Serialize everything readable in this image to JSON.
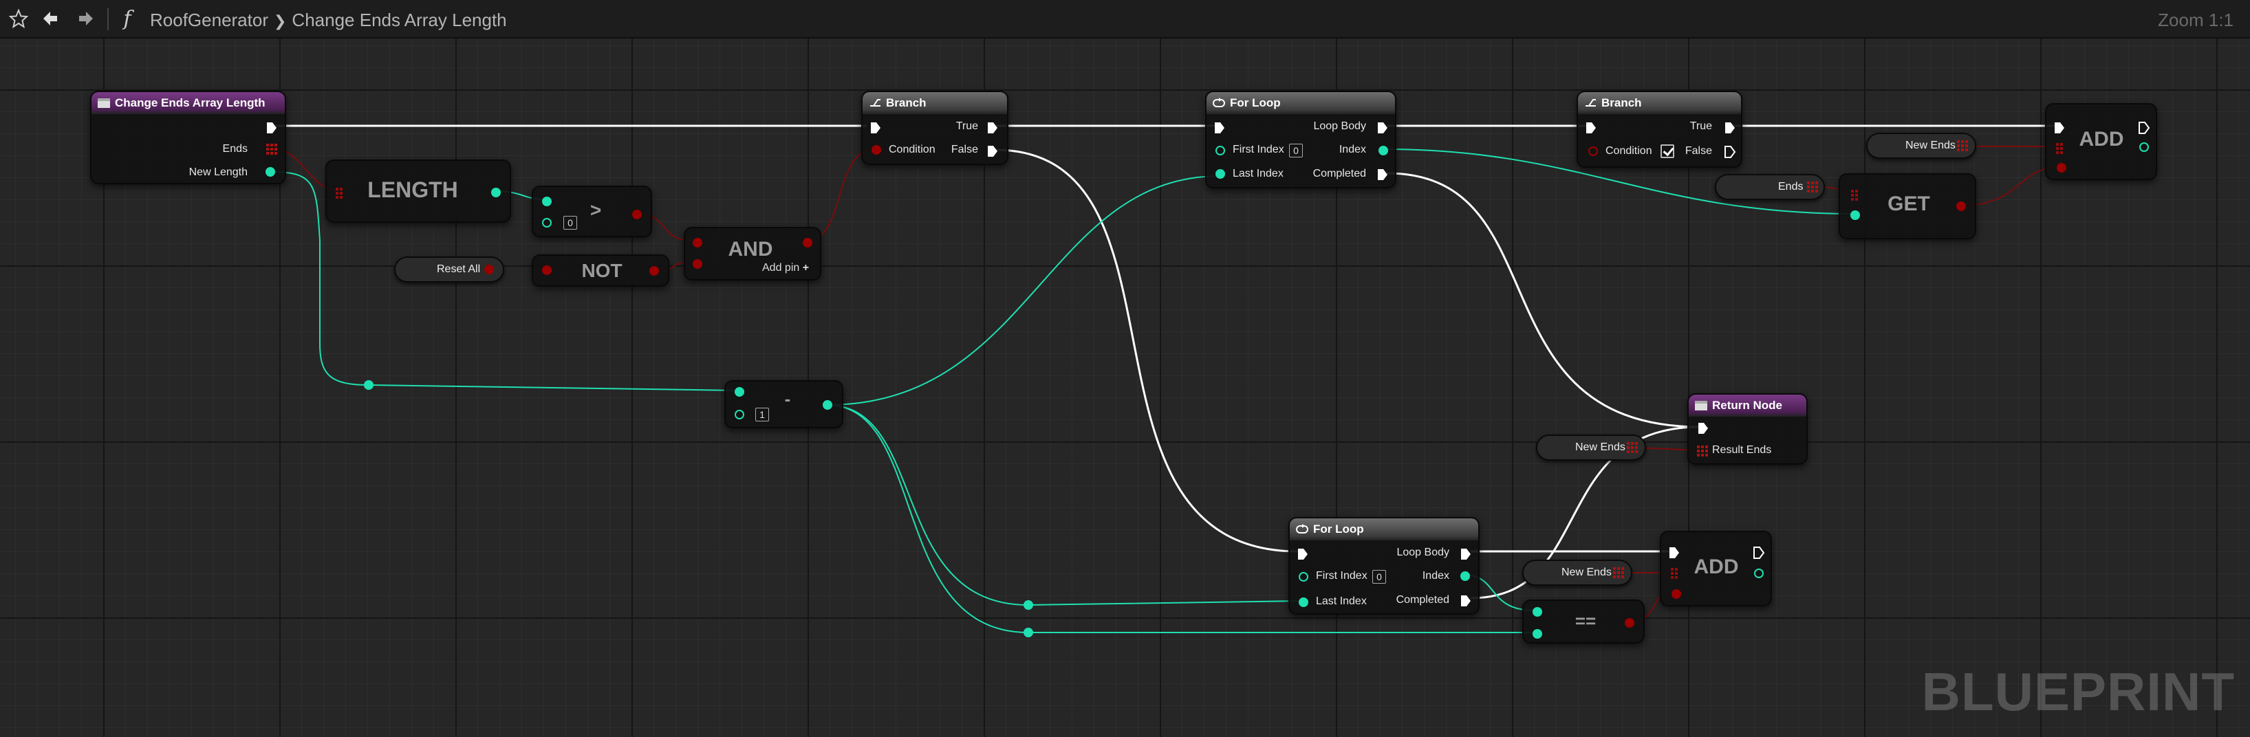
{
  "toolbar": {
    "function_glyph": "f",
    "breadcrumb": [
      "RoofGenerator",
      "Change Ends Array Length"
    ],
    "zoom": "Zoom 1:1"
  },
  "watermark": "BLUEPRINT",
  "nodes": {
    "entry": {
      "title": "Change Ends Array Length",
      "pins": [
        "Ends",
        "New Length"
      ]
    },
    "length": {
      "label": "LENGTH"
    },
    "greater": {
      "label": ">",
      "default": "0"
    },
    "and": {
      "label": "AND",
      "add_pin": "Add pin"
    },
    "not": {
      "label": "NOT"
    },
    "reset_all": {
      "label": "Reset All"
    },
    "branch1": {
      "title": "Branch",
      "pins": [
        "True",
        "Condition",
        "False"
      ]
    },
    "subtract": {
      "label": "-",
      "default": "1"
    },
    "forloop1": {
      "title": "For Loop",
      "pins": [
        "Loop Body",
        "First Index",
        "Index",
        "Last Index",
        "Completed"
      ],
      "first_index": "0"
    },
    "branch2": {
      "title": "Branch",
      "pins": [
        "True",
        "Condition",
        "False"
      ]
    },
    "new_ends_1": {
      "label": "New Ends"
    },
    "ends_var": {
      "label": "Ends"
    },
    "get": {
      "label": "GET"
    },
    "add1": {
      "label": "ADD"
    },
    "return": {
      "title": "Return Node",
      "pin": "Result Ends"
    },
    "new_ends_2": {
      "label": "New Ends"
    },
    "forloop2": {
      "title": "For Loop",
      "pins": [
        "Loop Body",
        "First Index",
        "Index",
        "Last Index",
        "Completed"
      ],
      "first_index": "0"
    },
    "new_ends_3": {
      "label": "New Ends"
    },
    "add2": {
      "label": "ADD"
    },
    "equals": {
      "label": "=="
    }
  },
  "colors": {
    "exec": "#ffffff",
    "int": "#1fe0b0",
    "bool": "#9a0000",
    "array": "#b01010",
    "function_header": "#6d2f78",
    "flow_header": "#5a5a5a"
  }
}
